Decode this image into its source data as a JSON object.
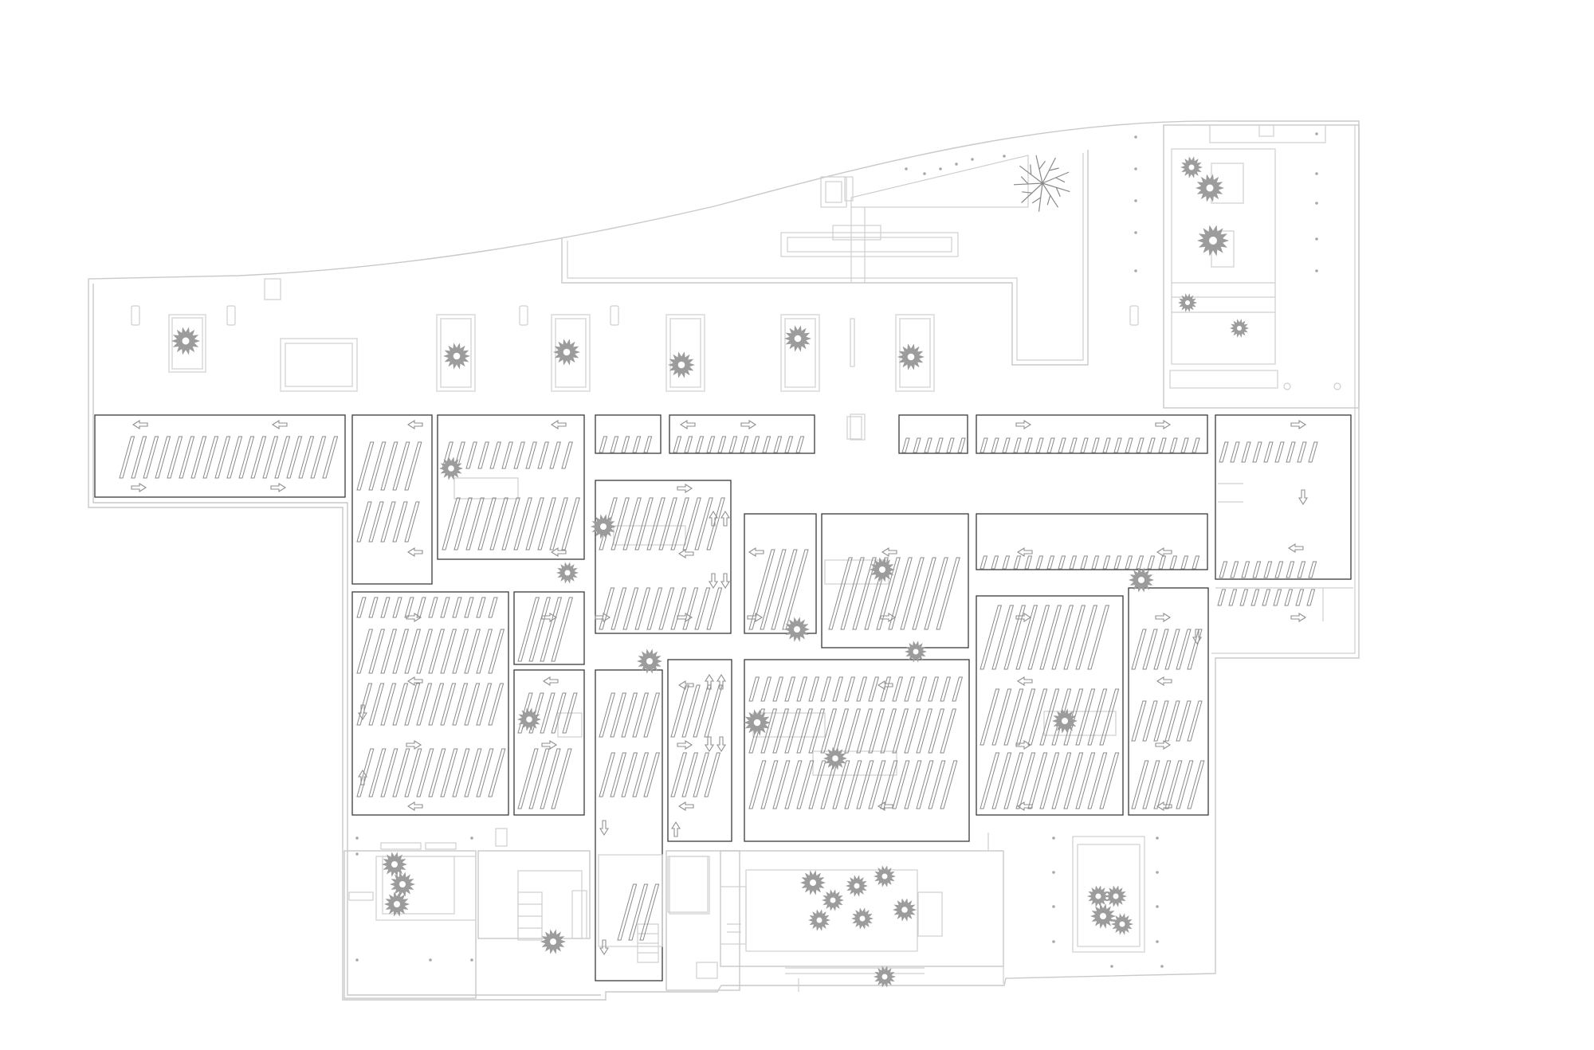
{
  "diagram": {
    "kind": "architectural-site-plan",
    "text_labels": [],
    "colors": {
      "background": "#ffffff",
      "outline": "#c9c9c9",
      "parking_block": "#3a3a3a",
      "stall_line": "#8a8a8a",
      "tree": "#9c9c9c"
    },
    "elements": {
      "parking_blocks": 26,
      "tree_symbols": 35,
      "direction_arrows": 60,
      "planters": 9
    }
  }
}
